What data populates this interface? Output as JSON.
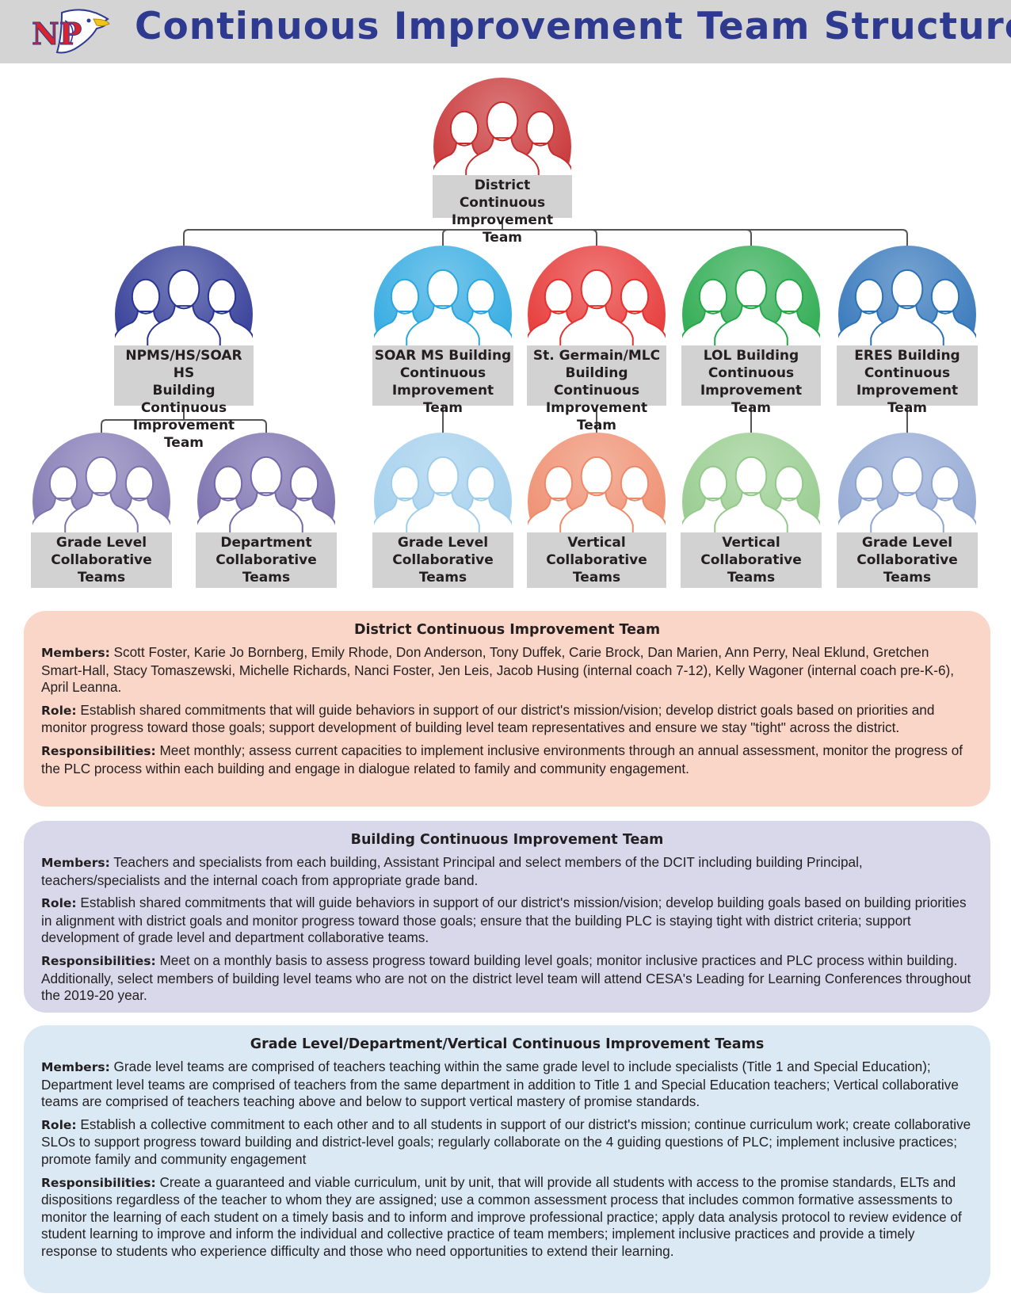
{
  "header": {
    "title": "Continuous Improvement Team Structure",
    "logo_text": "NP"
  },
  "colors": {
    "title": "#2e3990",
    "header_bg": "#d4d4d4",
    "label_bg": "#d2d2d2",
    "connector": "#555555"
  },
  "org_chart": {
    "root": {
      "label": "District Continuous\nImprovement Team",
      "color": "#c62d2f"
    },
    "buildings": [
      {
        "label": "NPMS/HS/SOAR HS\nBuilding Continuous\nImprovement Team",
        "color": "#2b3593"
      },
      {
        "label": "SOAR MS Building\nContinuous\nImprovement Team",
        "color": "#2aa7e0"
      },
      {
        "label": "St. Germain/MLC\nBuilding Continuous\nImprovement Team",
        "color": "#e5312f"
      },
      {
        "label": "LOL Building\nContinuous\nImprovement Team",
        "color": "#25a84a"
      },
      {
        "label": "ERES Building\nContinuous\nImprovement Team",
        "color": "#2d72b8"
      }
    ],
    "teams": [
      {
        "label": "Grade Level\nCollaborative\nTeams",
        "color": "#7d73b0"
      },
      {
        "label": "Department\nCollaborative\nTeams",
        "color": "#7569ab"
      },
      {
        "label": "Grade Level\nCollaborative\nTeams",
        "color": "#9fcdec"
      },
      {
        "label": "Vertical\nCollaborative\nTeams",
        "color": "#ee8a6a"
      },
      {
        "label": "Vertical\nCollaborative\nTeams",
        "color": "#93ca8a"
      },
      {
        "label": "Grade Level\nCollaborative\nTeams",
        "color": "#8fa5d2"
      }
    ]
  },
  "sections": [
    {
      "title": "District Continuous Improvement Team",
      "bg": "#f9d6c7",
      "members_label": "Members:",
      "members": " Scott Foster, Karie Jo Bornberg, Emily Rhode, Don Anderson, Tony Duffek, Carie Brock, Dan Marien, Ann Perry, Neal Eklund, Gretchen Smart-Hall, Stacy Tomaszewski, Michelle Richards, Nanci Foster, Jen Leis, Jacob Husing (internal coach 7-12), Kelly Wagoner (internal coach pre-K-6), April Leanna.",
      "role_label": "Role:",
      "role": " Establish shared commitments that will guide behaviors in support of our district's mission/vision; develop district goals based on priorities and monitor progress toward those goals; support development of building level team representatives and ensure we stay \"tight\" across the district.",
      "resp_label": "Responsibilities:",
      "resp": " Meet monthly; assess current capacities to implement inclusive environments through an annual assessment, monitor the progress of the PLC process within each building and engage in dialogue related to family and community engagement."
    },
    {
      "title": "Building Continuous Improvement Team",
      "bg": "#d9d8eb",
      "members_label": "Members:",
      "members": " Teachers and specialists from each building, Assistant Principal and select members of the DCIT including building Principal, teachers/specialists and the internal coach from appropriate grade band.",
      "role_label": "Role:",
      "role": " Establish shared commitments that will guide behaviors in support of our district's mission/vision; develop building goals based on building priorities in alignment with district goals and monitor progress toward those goals; ensure that the building PLC is staying tight with district criteria; support development of grade level and department collaborative teams.",
      "resp_label": "Responsibilities:",
      "resp": " Meet on a monthly basis to assess progress toward building level goals; monitor inclusive practices and PLC process within building. Additionally, select members of building level teams who are not on the district level team will attend CESA's Leading for Learning Conferences throughout the 2019-20 year."
    },
    {
      "title": "Grade Level/Department/Vertical Continuous Improvement Teams",
      "bg": "#dbe9f5",
      "members_label": "Members:",
      "members": "  Grade level teams are comprised of teachers teaching within the same grade level to include specialists (Title 1 and Special Education); Department level teams are comprised of teachers from the same department in addition to Title 1 and Special Education teachers; Vertical collaborative teams are comprised of teachers teaching above and below to support vertical mastery of promise standards.",
      "role_label": "Role:",
      "role": "  Establish a collective commitment to each other and to all students in support of our district's mission; continue curriculum work; create collaborative SLOs to support progress toward building and district-level goals; regularly collaborate on the 4 guiding questions of PLC; implement inclusive practices; promote family and community engagement",
      "resp_label": "Responsibilities:",
      "resp": " Create a guaranteed and viable curriculum, unit by unit, that will provide all students with access to the promise standards, ELTs and dispositions regardless of the teacher to whom they are assigned; use a common assessment process that includes common formative assessments to monitor the learning of each student on a timely basis and to inform and improve professional practice; apply data analysis protocol to review evidence of student learning to improve and inform the individual and collective practice of team members; implement inclusive practices and provide a timely response to students who experience difficulty and those who need opportunities to extend their learning."
    }
  ]
}
